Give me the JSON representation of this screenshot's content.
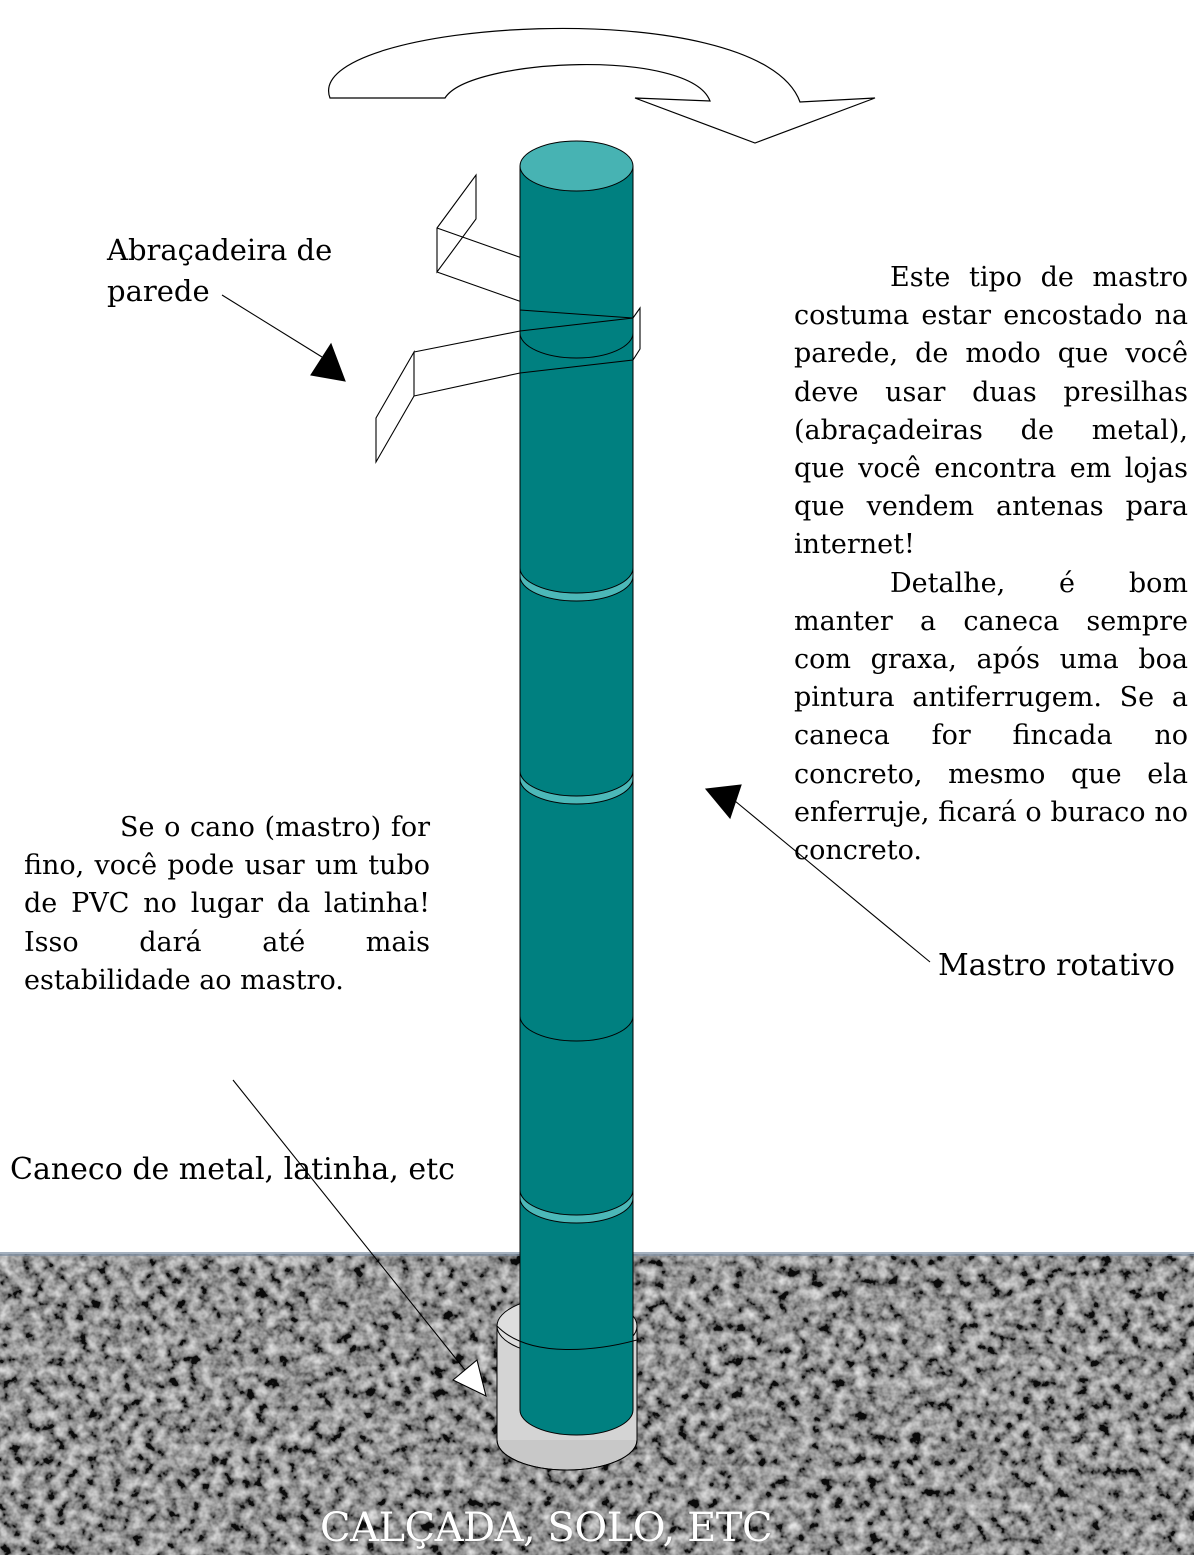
{
  "labels": {
    "clamp_line1": "Abraçadeira de",
    "clamp_line2": "parede",
    "mast": "Mastro rotativo",
    "cup": "Caneco de metal, latinha, etc",
    "ground": "CALÇADA, SOLO, ETC"
  },
  "note_right": {
    "paragraph1": "Este tipo de mastro costuma estar encostado na parede, de modo que você deve usar duas presilhas (abraçadeiras de metal), que você encontra em lojas que vendem antenas para internet!",
    "paragraph2": "Detalhe, é bom manter a caneca sempre com graxa, após uma boa pintura antiferrugem. Se a caneca for fincada no concreto, mesmo que ela enferruje, ficará o buraco no concreto."
  },
  "note_left": {
    "paragraph1": "Se o cano (mastro) for fino, você pode usar um tubo de PVC no lugar da latinha! Isso dará até mais estabilidade ao mastro."
  },
  "colors": {
    "mast_body": "#008080",
    "mast_top": "#47b3b3",
    "ring_band": "#4cb8b8",
    "cup": "#d4d4d4",
    "gravel": "#4a4a4a"
  }
}
